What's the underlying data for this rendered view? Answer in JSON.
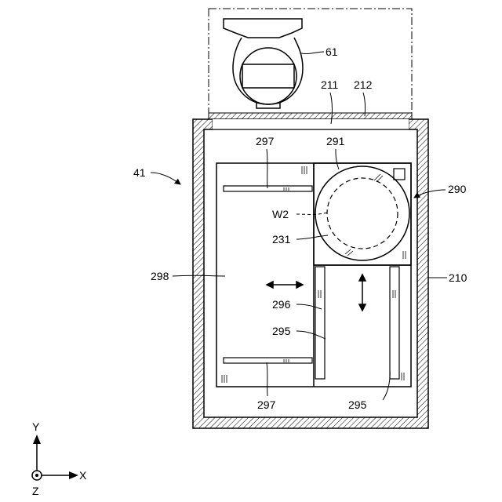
{
  "labels": {
    "l61": "61",
    "l211": "211",
    "l212": "212",
    "l41": "41",
    "l297_top": "297",
    "l291": "291",
    "l290": "290",
    "lW2": "W2",
    "l231": "231",
    "l298": "298",
    "l210": "210",
    "l296": "296",
    "l295_mid": "295",
    "l297_bottom": "297",
    "l295_bottom": "295"
  },
  "axes": {
    "y": "Y",
    "x": "X",
    "z": "Z"
  }
}
